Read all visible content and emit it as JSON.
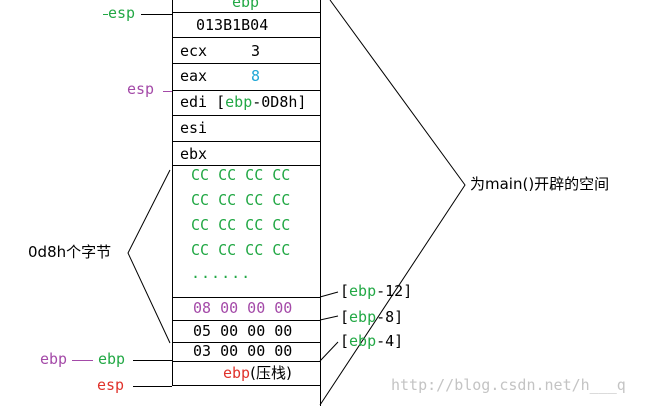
{
  "stack": {
    "top_partial": "ebp",
    "ret_addr": "013B1B04",
    "ecx_name": "ecx",
    "ecx_val": "3",
    "eax_name": "eax",
    "eax_val": "8",
    "edi_name": "edi",
    "edi_open": "[",
    "edi_ebp": "ebp",
    "edi_rest": "-0D8h]",
    "esi": "esi",
    "ebx": "ebx",
    "cc_rows": [
      "CC CC CC CC",
      "CC CC CC CC",
      "CC CC CC CC",
      "CC CC CC CC"
    ],
    "dots": "......",
    "row_ebp12": "08 00 00 00",
    "row_ebp8": "05 00 00 00",
    "row_ebp4": "03 00 00 00",
    "saved_ebp": "ebp",
    "saved_ebp_suffix": "(压栈)"
  },
  "labels": {
    "esp_top": "esp",
    "esp_mid": "esp",
    "ebp_left": "ebp",
    "ebp_right": "ebp",
    "esp_bottom": "esp",
    "size_note": "0d8h个字节",
    "main_space": "为main()开辟的空间",
    "ref12_open": "[",
    "ref12_ebp": "ebp",
    "ref12_rest": "-12]",
    "ref8_open": "[",
    "ref8_ebp": "ebp",
    "ref8_rest": "-8]",
    "ref4_open": "[",
    "ref4_ebp": "ebp",
    "ref4_rest": "-4]"
  },
  "watermark": "http://blog.csdn.net/h___q",
  "colors": {
    "green": "#22a845",
    "purple": "#a44aa8",
    "red": "#e0322b",
    "cyan": "#1fa7d6"
  }
}
